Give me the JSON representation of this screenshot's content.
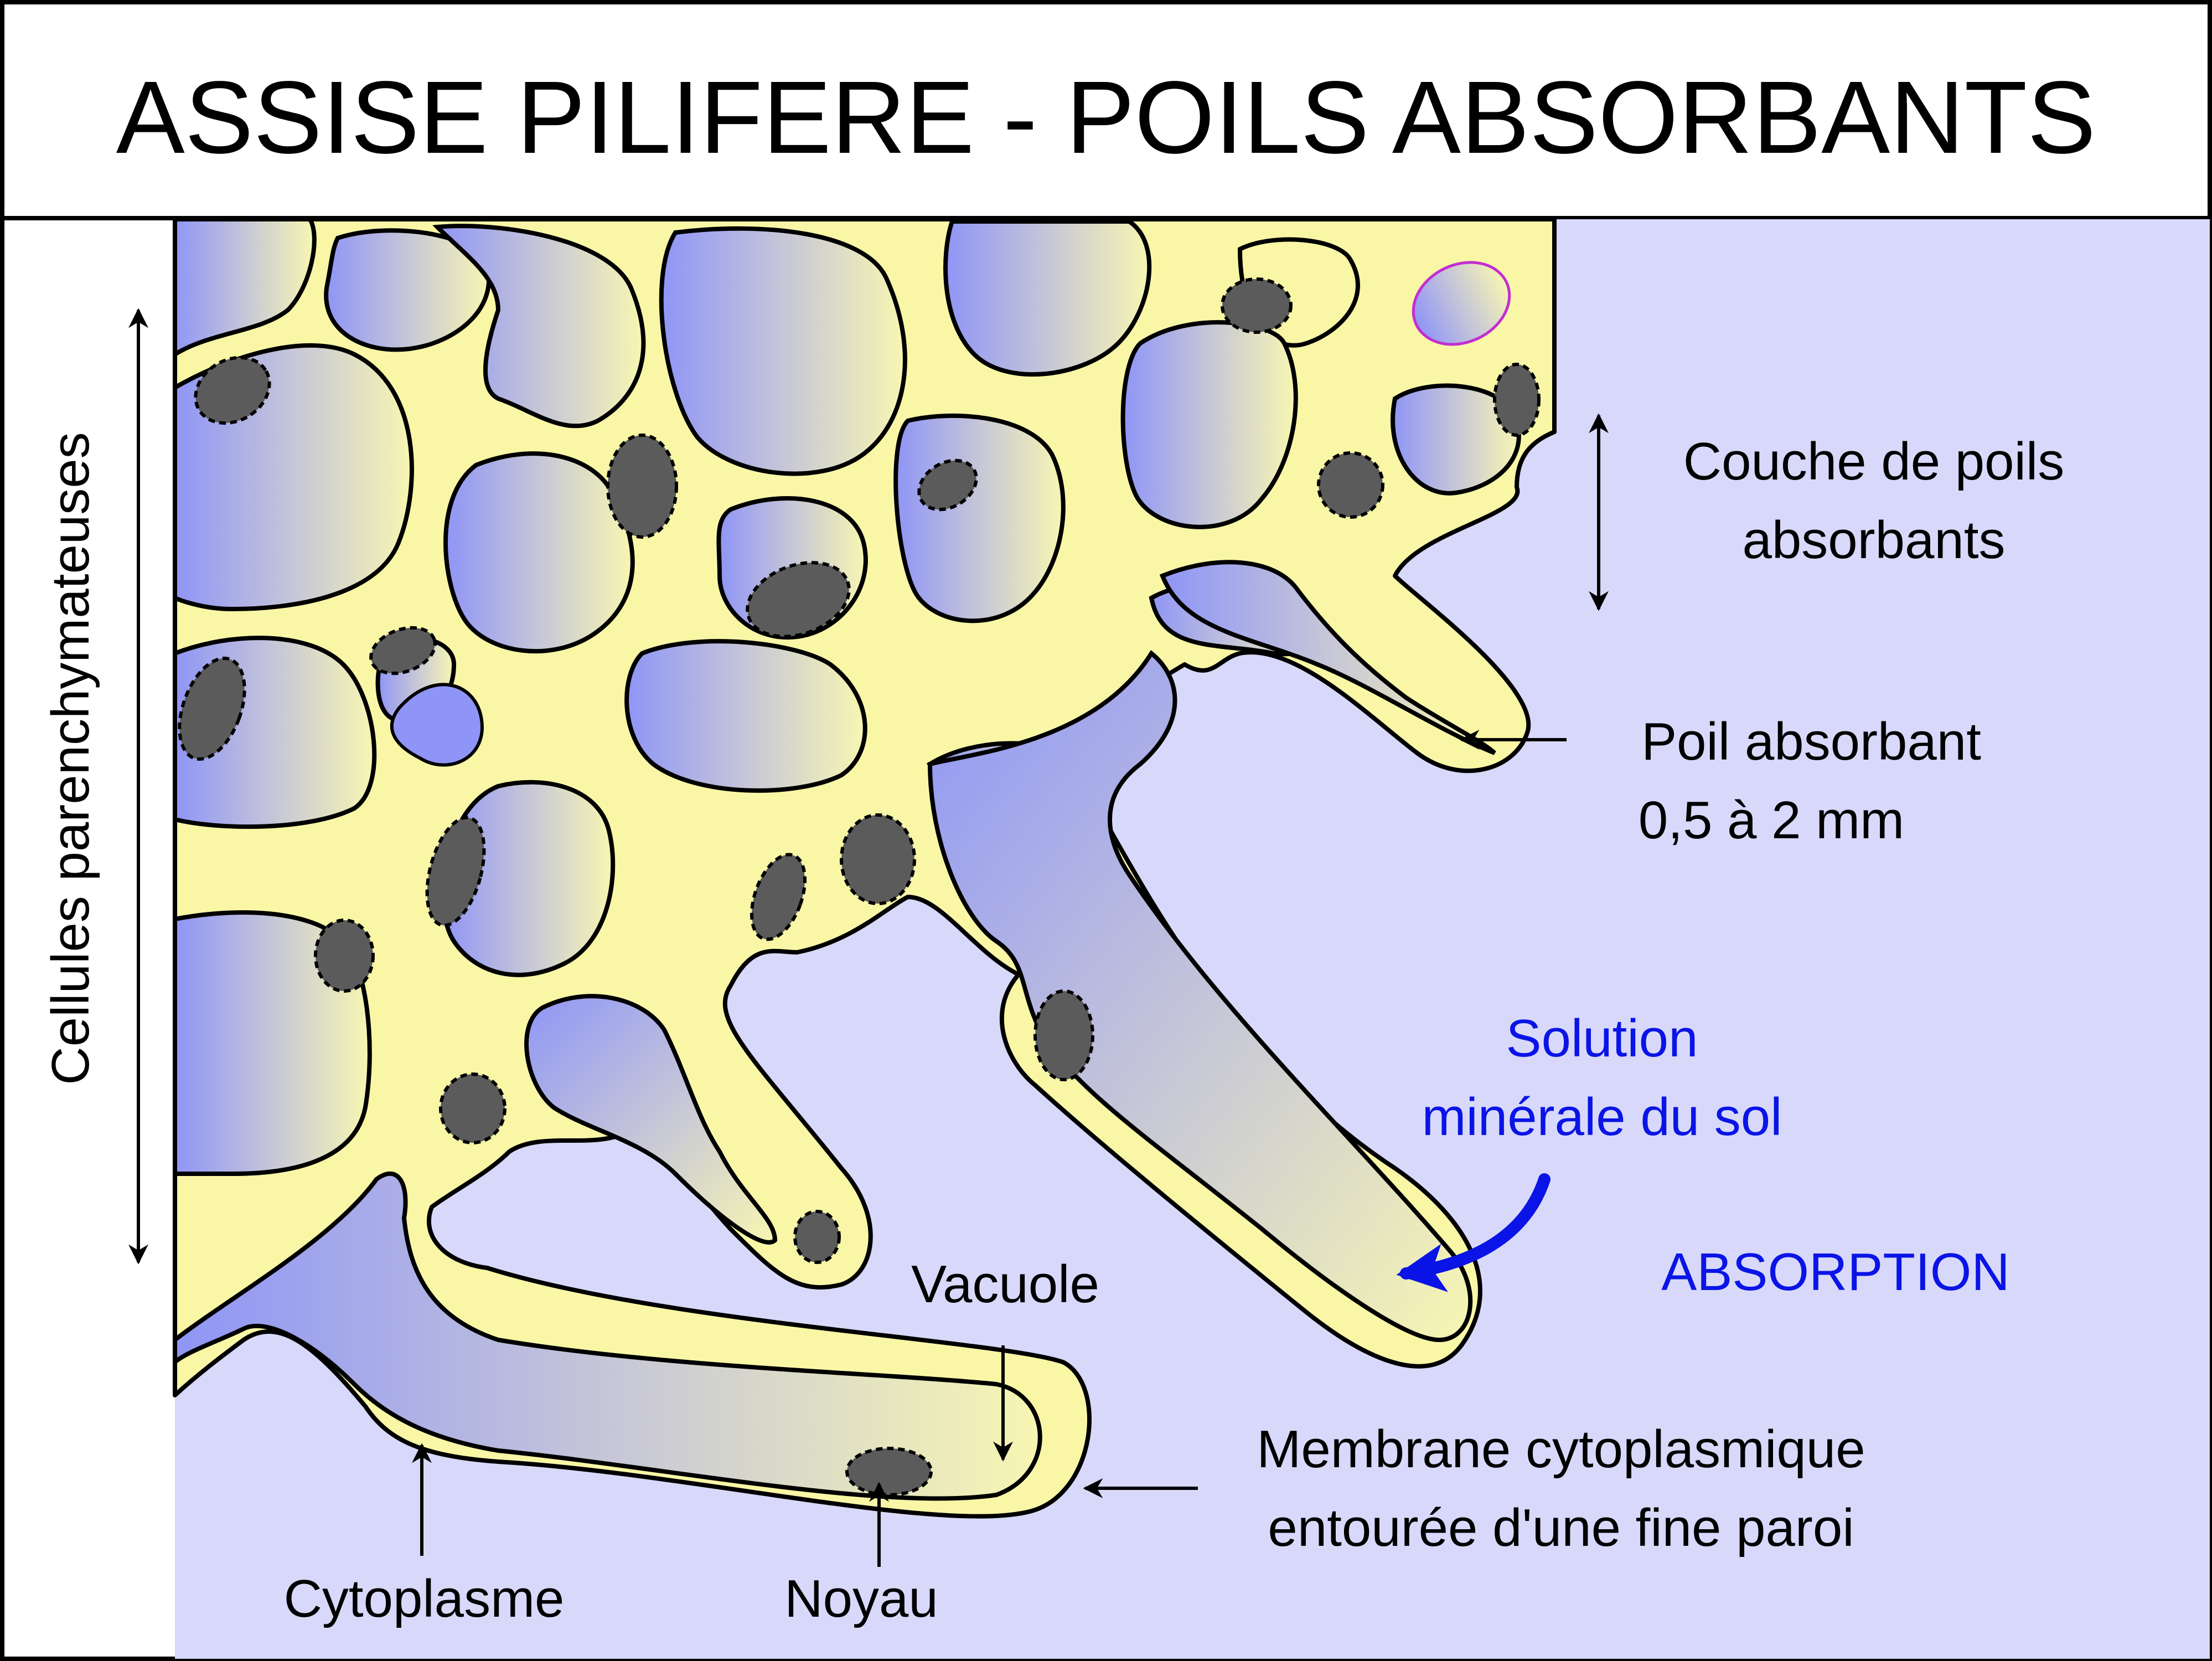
{
  "title": "ASSISE PILIFERE - POILS ABSORBANTS",
  "labels": {
    "parenchyma": "Cellules parenchymateuses",
    "hair_layer_line1": "Couche de poils",
    "hair_layer_line2": "absorbants",
    "root_hair_line1": "Poil absorbant",
    "root_hair_line2": "0,5 à 2 mm",
    "solution_line1": "Solution",
    "solution_line2": "minérale du sol",
    "absorption": "ABSORPTION",
    "vacuole": "Vacuole",
    "membrane_line1": "Membrane cytoplasmique",
    "membrane_line2": "entourée d'une fine paroi",
    "cytoplasm": "Cytoplasme",
    "nucleus": "Noyau"
  },
  "colors": {
    "soil_solution": "#d8d9fa",
    "cell_wall": "#f9f7a6",
    "vacuole_blue": "#8f95f6",
    "vacuole_light": "#f7f6b2",
    "nucleus": "#5b5b5b",
    "outline": "#000000",
    "absorption_blue": "#0a14e6"
  }
}
